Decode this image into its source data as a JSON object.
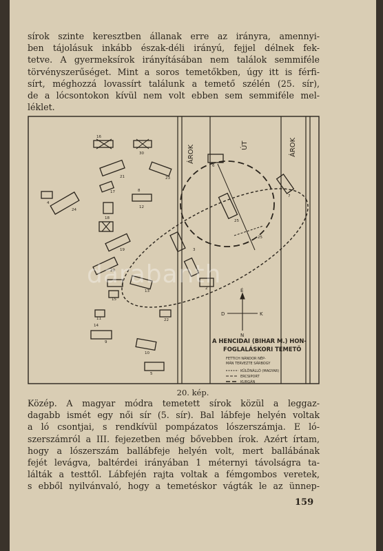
{
  "top_paragraph": {
    "lines": [
      "sírok szinte keresztben állanak erre az irányra, amennyi-",
      "ben tájolásuk inkább észak-déli irányú, fejjel délnek fek-",
      "tetve. A gyermeksírok irányításában nem találok semmiféle",
      "törvényszerűséget. Mint a soros temetőkben, úgy itt is férfi-",
      "sírt, méghozzá lovassírt találunk a temető szélén (25. sír),",
      "de a lócsontokon kívül nem volt ebben sem semmiféle mel-",
      "léklet."
    ]
  },
  "figure": {
    "labels": {
      "arok_left": "ÁROK",
      "ut": "ÚT",
      "arok_right": "ÁROK",
      "compass_e": "K",
      "compass_w": "D",
      "compass_n": "É",
      "compass_s": "N",
      "title_line1": "A HENCIDAI (BIHAR M.) HON-",
      "title_line2": "FOGLALÁSKORI TEMETŐ",
      "sub1": "FETTICH NÁNDOR NÉP-",
      "sub2": "MÁN TERVEZTE SÁRBOGY",
      "legend_1": "KÜLÖNÁLLÓ (MAGYAR)",
      "legend_2": "ERCSIPORT",
      "legend_3": "KURGÁN"
    },
    "grave_numbers": [
      "16",
      "30",
      "21",
      "23",
      "24",
      "17",
      "12",
      "18",
      "19",
      "20",
      "13",
      "15",
      "11",
      "22",
      "3",
      "1",
      "2",
      "25",
      "6",
      "7",
      "9",
      "10",
      "5",
      "4",
      "8",
      "14",
      "25"
    ]
  },
  "caption": "20. kép.",
  "bottom_paragraph": {
    "lines": [
      "Közép. A magyar módra temetett sírok közül a leggaz-",
      "dagabb ismét egy női sír (5. sír). Bal lábfeje helyén voltak",
      "a ló csontjai, s rendkívül pompázatos lószerszámja. E ló-",
      "szerszámról a III. fejezetben még bővebben írok. Azért írtam,",
      "hogy a lószerszám ballábfeje helyén volt, mert ballábának",
      "fejét levágva, baltérdei irányában 1 méternyi távolságra ta-",
      "lálták a testtől. Lábfején rajta voltak a fémgombos veretek,",
      "s ebből nyilvánvaló, hogy a temetéskor vágták le az ünnep-"
    ]
  },
  "page_number": "159",
  "watermark": "darabanth"
}
